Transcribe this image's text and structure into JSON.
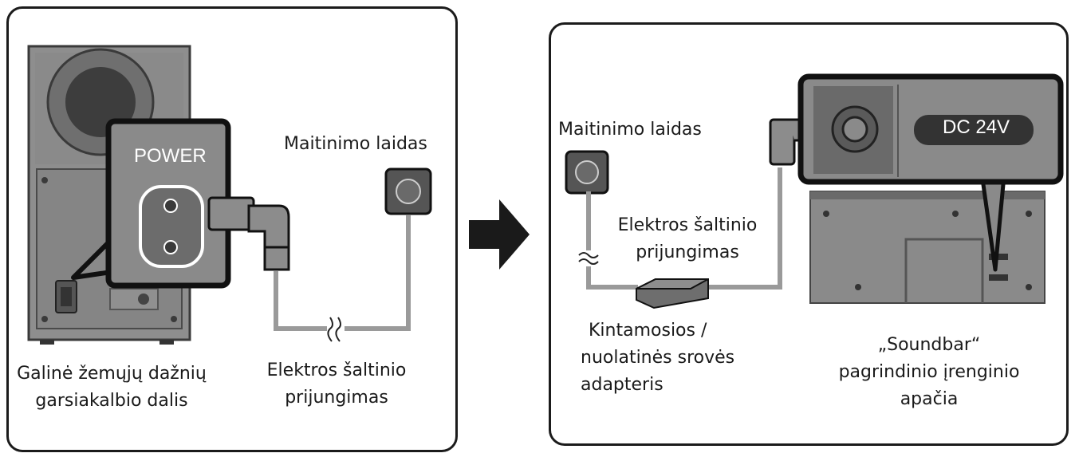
{
  "left_panel": {
    "power_label": "POWER",
    "cord_label": "Maitinimo laidas",
    "connection_label_line1": "Elektros šaltinio",
    "connection_label_line2": "prijungimas",
    "subwoofer_label_line1": "Galinė žemųjų dažnių",
    "subwoofer_label_line2": "garsiakalbio dalis"
  },
  "right_panel": {
    "cord_label": "Maitinimo laidas",
    "connection_label_line1": "Elektros šaltinio",
    "connection_label_line2": "prijungimas",
    "dc_label": "DC 24V",
    "adapter_label_line1": "Kintamosios /",
    "adapter_label_line2": "nuolatinės srovės",
    "adapter_label_line3": "adapteris",
    "soundbar_label_line1": "„Soundbar“",
    "soundbar_label_line2": "pagrindinio įrenginio",
    "soundbar_label_line3": "apačia"
  }
}
